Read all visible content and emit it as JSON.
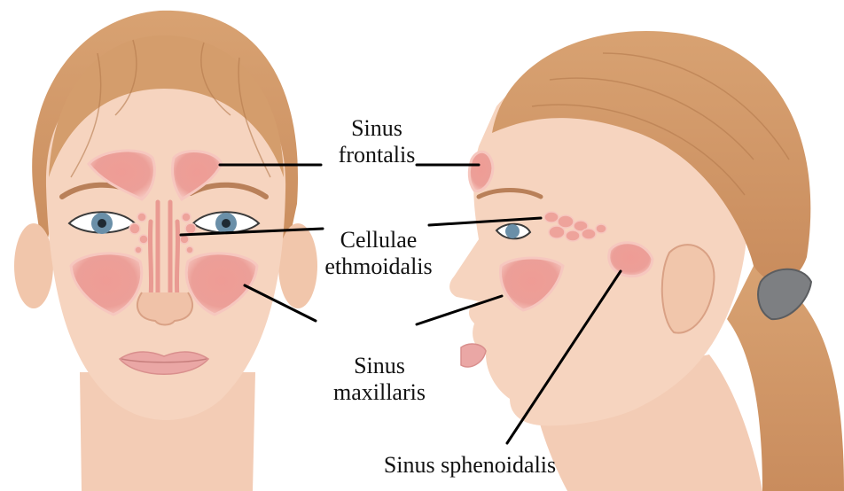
{
  "labels": {
    "frontalis": [
      "Sinus",
      "frontalis"
    ],
    "ethmoidalis": [
      "Cellulae",
      "ethmoidalis"
    ],
    "maxillaris": [
      "Sinus",
      "maxillaris"
    ],
    "sphenoidalis": [
      "Sinus sphenoidalis"
    ]
  },
  "colors": {
    "skin": "#f6d4bf",
    "skin_shadow": "#e9b89c",
    "hair": "#d39a6a",
    "hair_dark": "#b97c4f",
    "sinus_fill": "#eba39c",
    "sinus_edge": "#f5c8c0",
    "iris": "#6a8fa8",
    "lips": "#eaa7a5",
    "hair_tie": "#7d7f82",
    "leader_line": "#000000"
  }
}
